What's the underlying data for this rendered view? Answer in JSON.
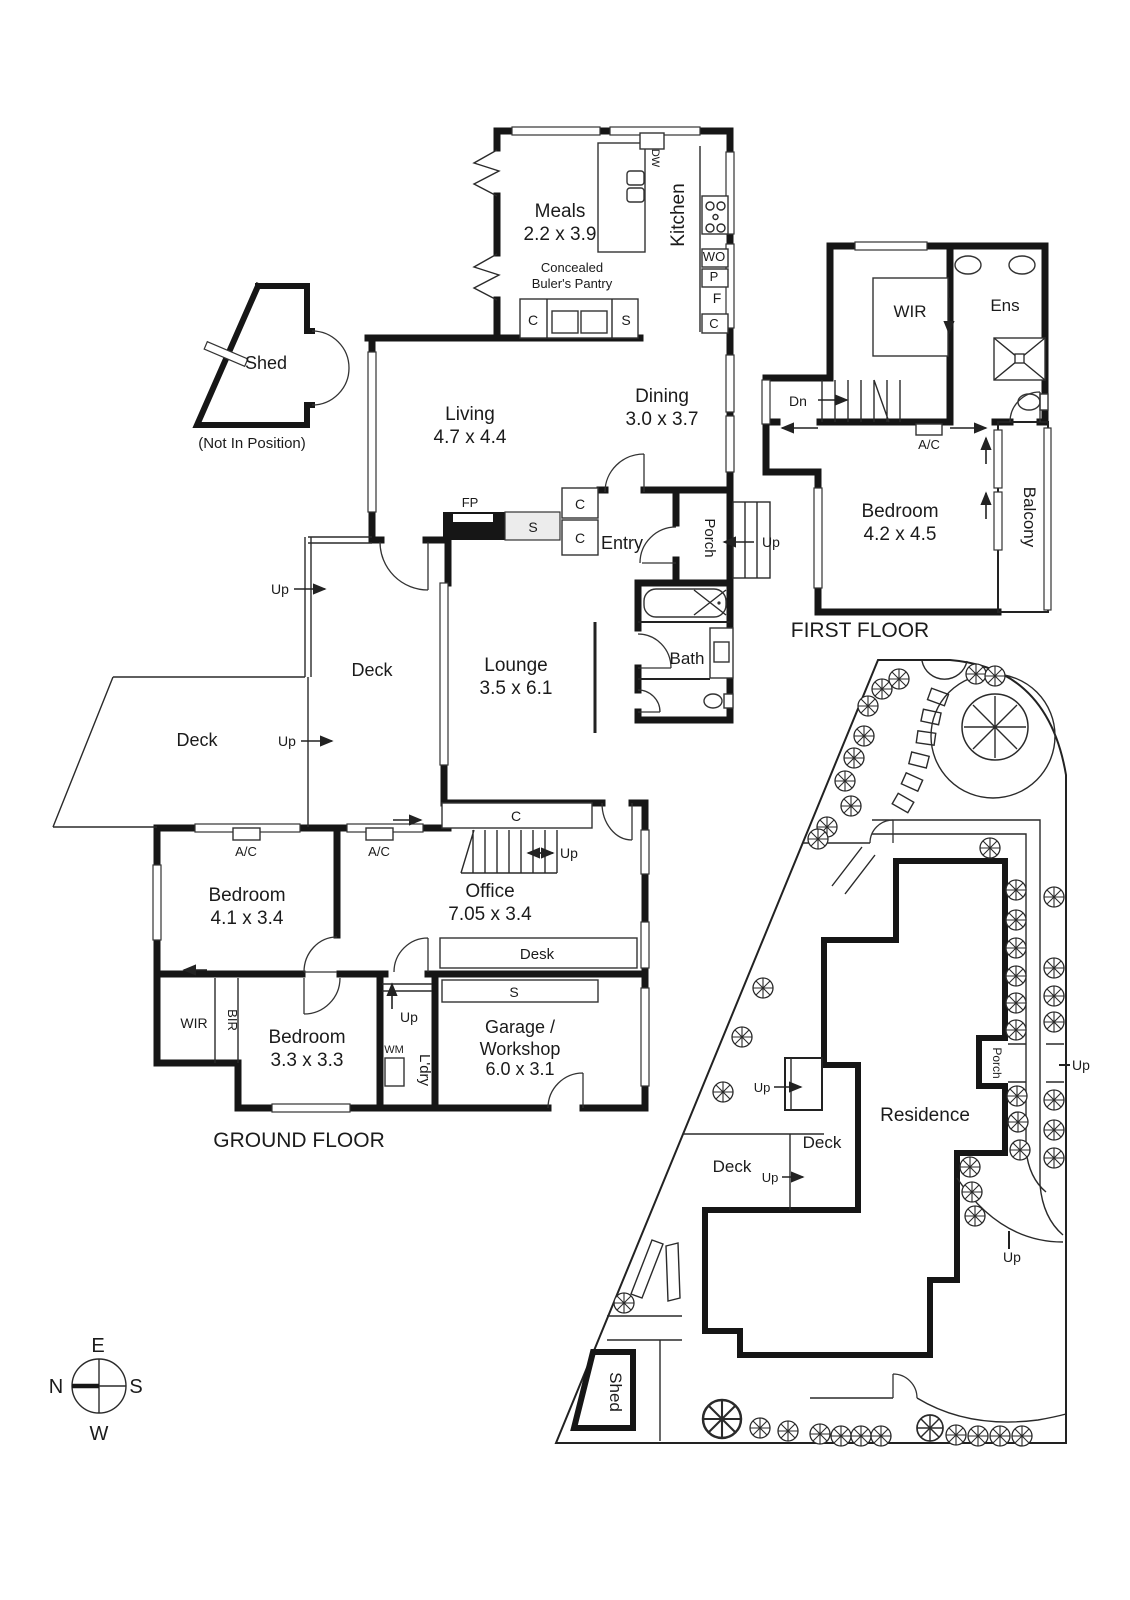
{
  "labels": {
    "up": "Up",
    "c": "C",
    "s": "S",
    "ac": "A/C"
  },
  "ground_floor": {
    "title": "GROUND FLOOR",
    "rooms": {
      "meals": {
        "name": "Meals",
        "dims": "2.2 x 3.9"
      },
      "kitchen": {
        "name": "Kitchen"
      },
      "living": {
        "name": "Living",
        "dims": "4.7 x 4.4"
      },
      "dining": {
        "name": "Dining",
        "dims": "3.0 x 3.7"
      },
      "entry": {
        "name": "Entry"
      },
      "porch": {
        "name": "Porch"
      },
      "lounge": {
        "name": "Lounge",
        "dims": "3.5 x 6.1"
      },
      "bath": {
        "name": "Bath"
      },
      "deck": {
        "name": "Deck"
      },
      "bedroom1": {
        "name": "Bedroom",
        "dims": "4.1 x 3.4"
      },
      "office": {
        "name": "Office",
        "dims": "7.05 x 3.4"
      },
      "bedroom2": {
        "name": "Bedroom",
        "dims": "3.3 x 3.3"
      },
      "garage": {
        "line1": "Garage /",
        "line2": "Workshop",
        "dims": "6.0 x 3.1"
      },
      "wir": "WIR",
      "bir": "BIR",
      "laundry": "L'dry"
    },
    "pantry": {
      "line1": "Concealed",
      "line2": "Buler's Pantry"
    },
    "shed": {
      "name": "Shed",
      "note": "(Not In Position)"
    },
    "fixtures": {
      "fp": "FP",
      "dw": "DW",
      "wo": "WO",
      "p": "P",
      "f": "F",
      "wm": "WM",
      "desk": "Desk"
    }
  },
  "first_floor": {
    "title": "FIRST FLOOR",
    "rooms": {
      "wir": "WIR",
      "ens": "Ens",
      "bedroom": {
        "name": "Bedroom",
        "dims": "4.2 x 4.5"
      },
      "balcony": "Balcony"
    },
    "stairs": {
      "dn": "Dn"
    }
  },
  "site_plan": {
    "residence": "Residence",
    "deck": "Deck",
    "porch": "Porch",
    "shed": "Shed"
  },
  "compass": {
    "n": "N",
    "e": "E",
    "s": "S",
    "w": "W"
  }
}
